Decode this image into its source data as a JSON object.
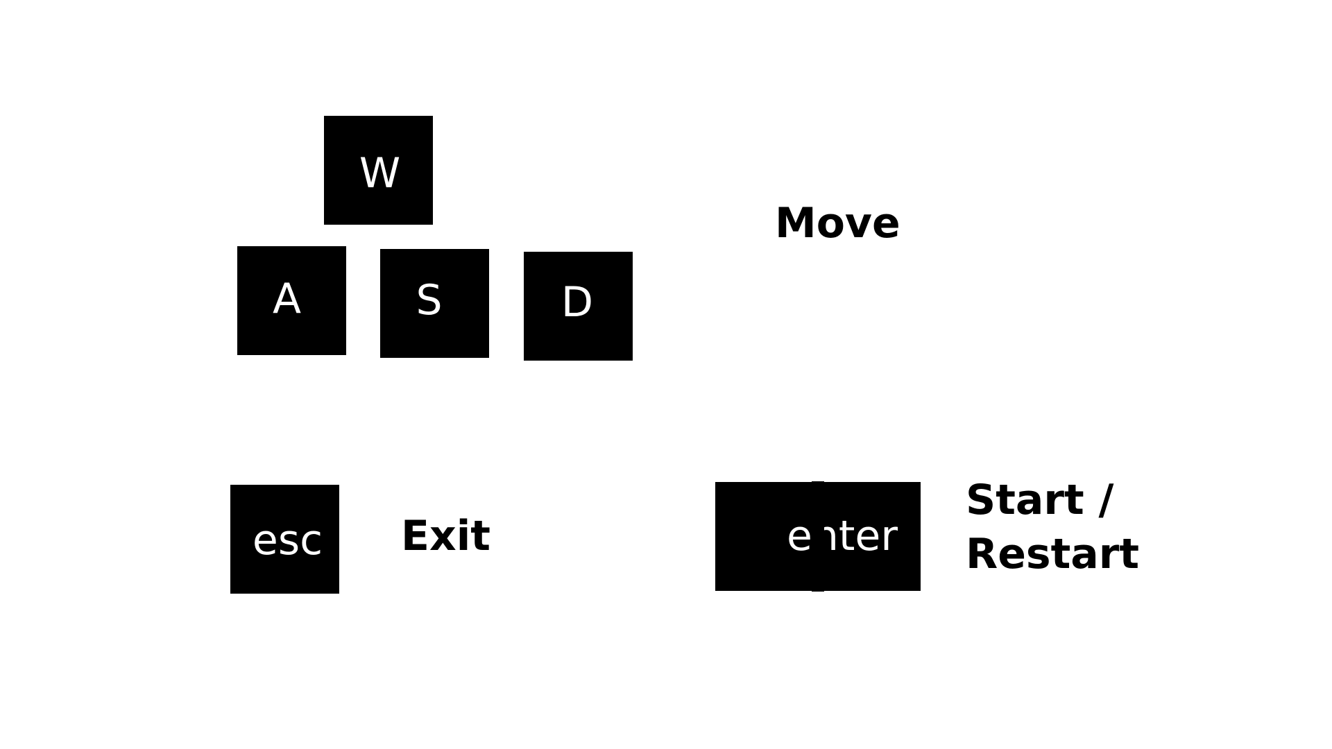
{
  "controls": {
    "keys": {
      "w": "W",
      "a": "A",
      "s": "S",
      "d": "D",
      "esc": "esc",
      "enter": "enter"
    },
    "labels": {
      "move": "Move",
      "exit": "Exit",
      "start_line1": "Start /",
      "start_line2": "Restart"
    }
  },
  "colors": {
    "background": "#ffffff",
    "key_fill": "#000000",
    "key_text": "#ffffff",
    "label_text": "#000000"
  }
}
